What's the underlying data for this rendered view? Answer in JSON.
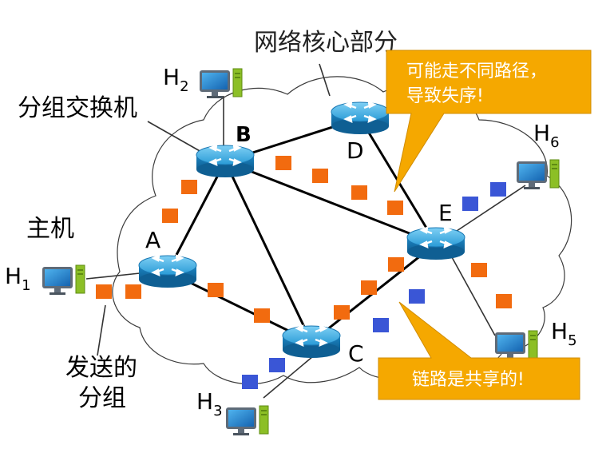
{
  "title": "网络核心部分",
  "callouts": {
    "reorder_line1": "可能走不同路径，",
    "reorder_line2": "导致失序!",
    "shared": "链路是共享的!"
  },
  "labels": {
    "switch": "分组交换机",
    "host": "主机",
    "sent_line1": "发送的",
    "sent_line2": "分组"
  },
  "nodes": {
    "A": "A",
    "B": "B",
    "C": "C",
    "D": "D",
    "E": "E"
  },
  "hosts": [
    {
      "id": "H1",
      "letter": "H",
      "sub": "1"
    },
    {
      "id": "H2",
      "letter": "H",
      "sub": "2"
    },
    {
      "id": "H3",
      "letter": "H",
      "sub": "3"
    },
    {
      "id": "H5",
      "letter": "H",
      "sub": "5"
    },
    {
      "id": "H6",
      "letter": "H",
      "sub": "6"
    }
  ],
  "colors": {
    "callout": "#F5A800",
    "packet_orange": "#F26B0F",
    "packet_blue": "#3A56D6",
    "router": "#1E8FCB",
    "host_screen": "#1A7BC8",
    "host_tower": "#8CBF26"
  }
}
